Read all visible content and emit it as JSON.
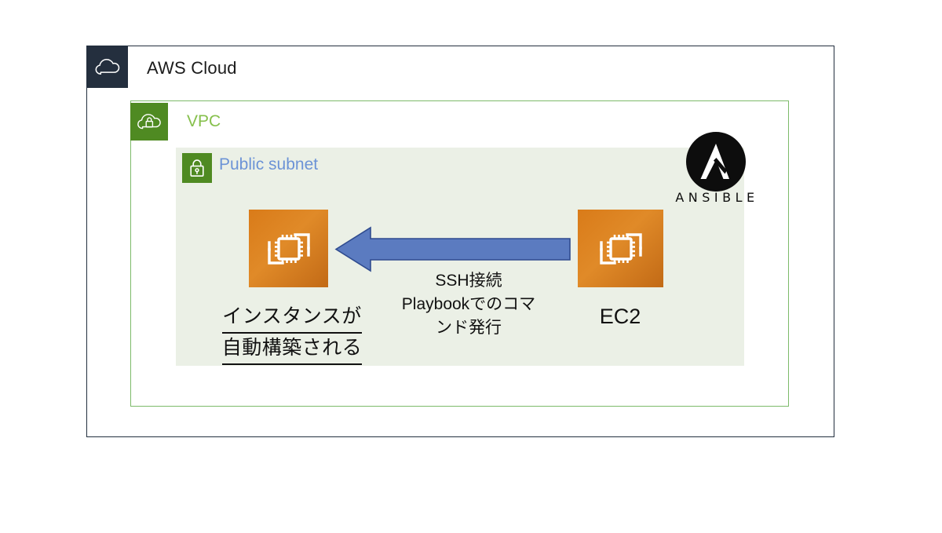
{
  "diagram": {
    "title": "AWS Cloud architecture with Ansible provisioning",
    "aws_cloud": {
      "label": "AWS Cloud",
      "icon": "aws-cloud-icon",
      "border_color": "#232F3E",
      "icon_bg": "#242F3E"
    },
    "vpc": {
      "label": "VPC",
      "icon": "vpc-cloud-lock-icon",
      "label_color": "#86C04C",
      "border_color": "#7DBB6A",
      "icon_bg": "#4F8A22"
    },
    "public_subnet": {
      "label": "Public subnet",
      "icon": "subnet-lock-icon",
      "label_color": "#6C93D6",
      "background_color": "#EBF0E6",
      "icon_bg": "#4F8A22"
    },
    "nodes": [
      {
        "id": "target-instance",
        "icon": "ec2-instance-icon",
        "icon_color": "#D97B19",
        "label_lines": [
          "インスタンスが",
          "自動構築される"
        ],
        "label_underlined": true
      },
      {
        "id": "ansible-controller",
        "icon": "ec2-instance-icon",
        "icon_color": "#D97B19",
        "label": "EC2"
      }
    ],
    "connection": {
      "direction": "right-to-left",
      "color": "#5B7BC0",
      "border_color": "#2F4B8F",
      "label_lines": [
        "SSH接続",
        "Playbookでのコマンド発行"
      ],
      "label_line1": "SSH接続",
      "label_line2": "Playbookでのコマ",
      "label_line3": "ンド発行"
    },
    "ansible": {
      "wordmark": "ANSIBLE",
      "logo": "ansible-logo-icon",
      "logo_color": "#0d0d0d"
    }
  }
}
